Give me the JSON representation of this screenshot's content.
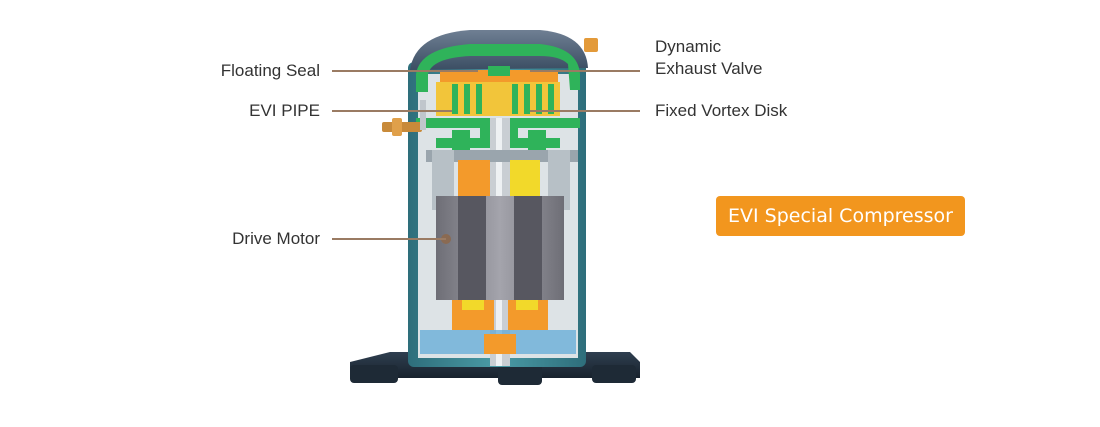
{
  "labels": {
    "floating_seal": "Floating Seal",
    "evi_pipe": "EVI PIPE",
    "drive_motor": "Drive Motor",
    "dynamic_exhaust_line1": "Dynamic",
    "dynamic_exhaust_line2": "Exhaust Valve",
    "fixed_vortex_disk": "Fixed Vortex Disk"
  },
  "badge": {
    "text": "EVI Special Compressor"
  },
  "colors": {
    "leader_line": "#9A7B63",
    "badge": "#F2961E",
    "shell": "#3F8F9B",
    "green": "#2FB35A",
    "orange": "#F39A2B",
    "yellow": "#F2D92A"
  }
}
